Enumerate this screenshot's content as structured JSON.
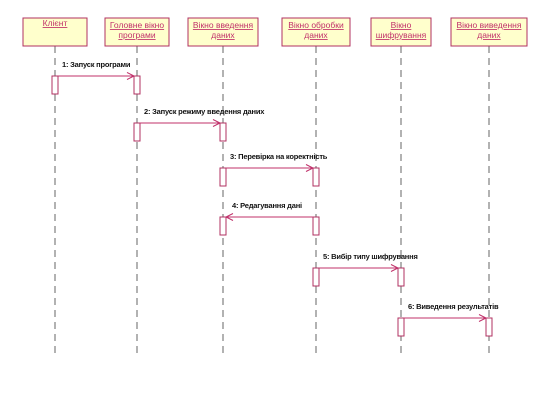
{
  "colors": {
    "object_fill": "#ffffcc",
    "object_stroke": "#b03060",
    "lifeline": "#666666",
    "message_line": "#c0306a",
    "activation_fill": "#ffffff",
    "activation_stroke": "#b03060",
    "label_text": "#111111",
    "object_text": "#c0306a"
  },
  "objects": [
    {
      "id": "client",
      "lines": [
        "Клієнт"
      ]
    },
    {
      "id": "main-window",
      "lines": [
        "Головне вікно",
        "програми"
      ]
    },
    {
      "id": "input-window",
      "lines": [
        "Вікно введення",
        "даних"
      ]
    },
    {
      "id": "processing-window",
      "lines": [
        "Вікно обробки",
        "даних"
      ]
    },
    {
      "id": "encryption-window",
      "lines": [
        "Вікно",
        "шифрування"
      ]
    },
    {
      "id": "output-window",
      "lines": [
        "Вікно виведення",
        "даних"
      ]
    }
  ],
  "messages": [
    {
      "from": 0,
      "to": 1,
      "label": "1: Запуск програми"
    },
    {
      "from": 1,
      "to": 2,
      "label": "2: Запуск режиму введення даних"
    },
    {
      "from": 2,
      "to": 3,
      "label": "3: Перевірка на коректність"
    },
    {
      "from": 3,
      "to": 2,
      "label": "4: Редагування дані"
    },
    {
      "from": 3,
      "to": 4,
      "label": "5: Вибір типу шифрування"
    },
    {
      "from": 4,
      "to": 5,
      "label": "6: Виведення результатів"
    }
  ]
}
